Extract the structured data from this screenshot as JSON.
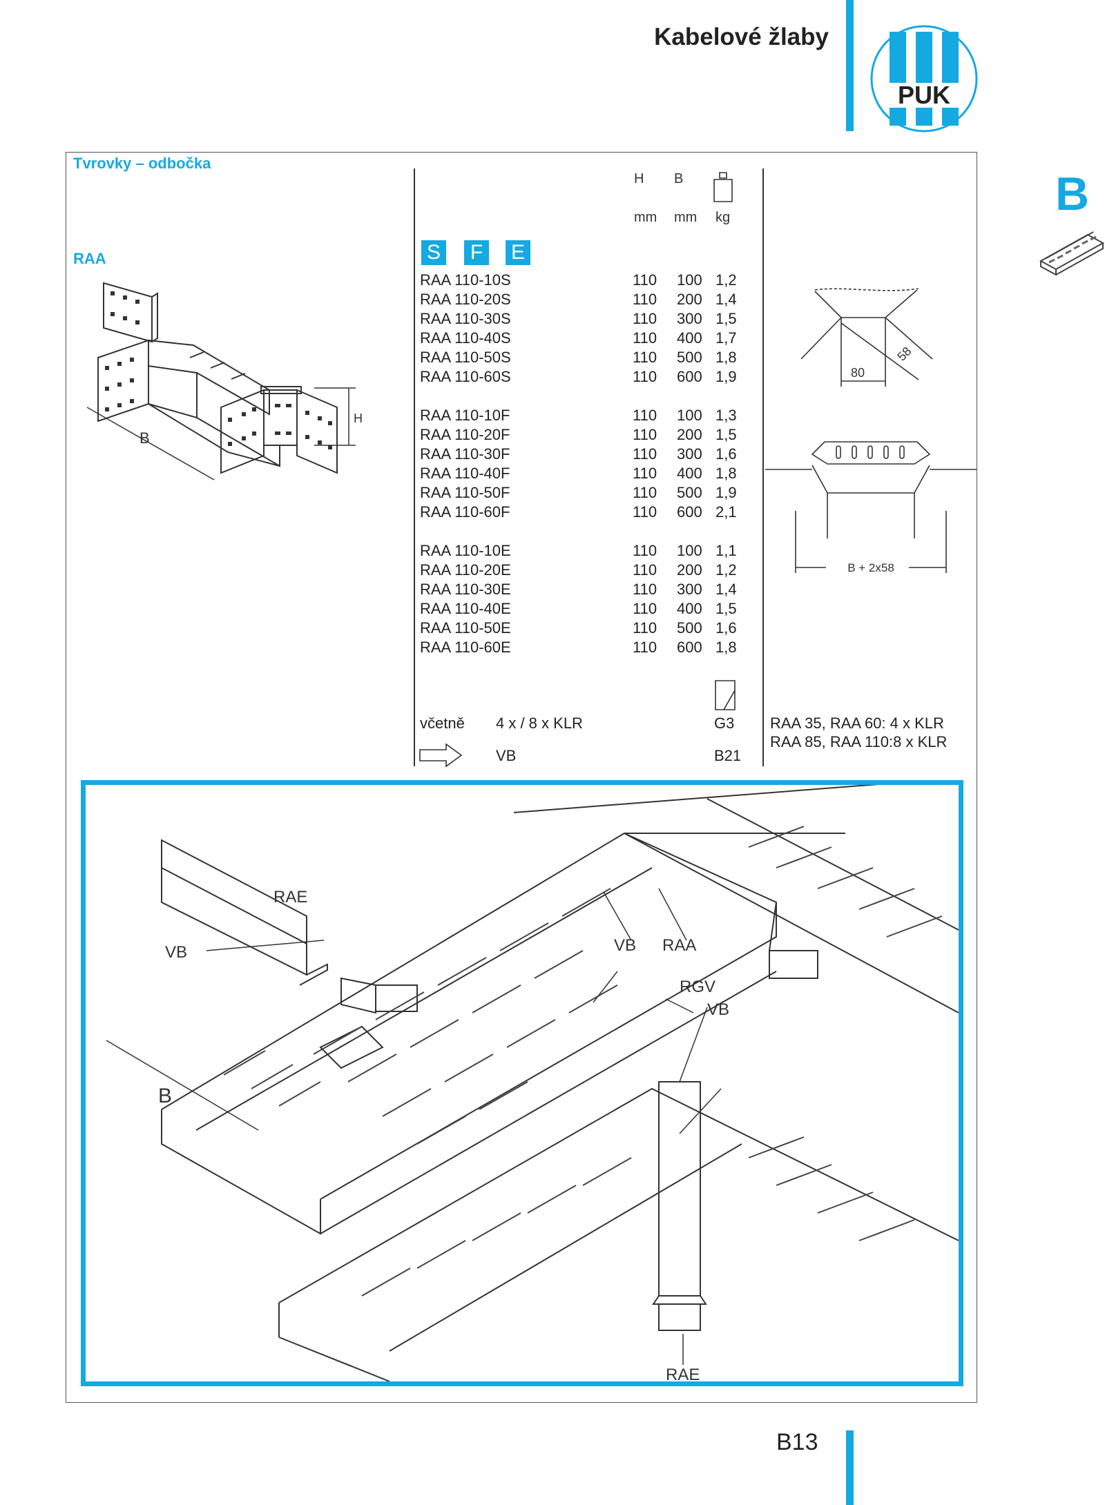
{
  "header": {
    "title": "Kabelové žlaby",
    "logo_text": "PUK"
  },
  "side_tab": {
    "letter": "B"
  },
  "section": {
    "title": "Tvrovky – odbočka",
    "product_label": "RAA",
    "drawing_labels": {
      "width": "B",
      "height": "H"
    }
  },
  "table": {
    "columns": {
      "h": "H",
      "b": "B"
    },
    "units": {
      "h": "mm",
      "b": "mm",
      "kg": "kg"
    },
    "weight_icon": "weight-icon",
    "badges": [
      "S",
      "F",
      "E"
    ],
    "groups": [
      [
        {
          "name": "RAA 110-10S",
          "h": "110",
          "b": "100",
          "kg": "1,2"
        },
        {
          "name": "RAA 110-20S",
          "h": "110",
          "b": "200",
          "kg": "1,4"
        },
        {
          "name": "RAA 110-30S",
          "h": "110",
          "b": "300",
          "kg": "1,5"
        },
        {
          "name": "RAA 110-40S",
          "h": "110",
          "b": "400",
          "kg": "1,7"
        },
        {
          "name": "RAA 110-50S",
          "h": "110",
          "b": "500",
          "kg": "1,8"
        },
        {
          "name": "RAA 110-60S",
          "h": "110",
          "b": "600",
          "kg": "1,9"
        }
      ],
      [
        {
          "name": "RAA 110-10F",
          "h": "110",
          "b": "100",
          "kg": "1,3"
        },
        {
          "name": "RAA 110-20F",
          "h": "110",
          "b": "200",
          "kg": "1,5"
        },
        {
          "name": "RAA 110-30F",
          "h": "110",
          "b": "300",
          "kg": "1,6"
        },
        {
          "name": "RAA 110-40F",
          "h": "110",
          "b": "400",
          "kg": "1,8"
        },
        {
          "name": "RAA 110-50F",
          "h": "110",
          "b": "500",
          "kg": "1,9"
        },
        {
          "name": "RAA 110-60F",
          "h": "110",
          "b": "600",
          "kg": "2,1"
        }
      ],
      [
        {
          "name": "RAA 110-10E",
          "h": "110",
          "b": "100",
          "kg": "1,1"
        },
        {
          "name": "RAA 110-20E",
          "h": "110",
          "b": "200",
          "kg": "1,2"
        },
        {
          "name": "RAA 110-30E",
          "h": "110",
          "b": "300",
          "kg": "1,4"
        },
        {
          "name": "RAA 110-40E",
          "h": "110",
          "b": "400",
          "kg": "1,5"
        },
        {
          "name": "RAA 110-50E",
          "h": "110",
          "b": "500",
          "kg": "1,6"
        },
        {
          "name": "RAA 110-60E",
          "h": "110",
          "b": "600",
          "kg": "1,8"
        }
      ]
    ],
    "footer": {
      "includes_label": "včetně",
      "includes_value": "4 x / 8 x KLR",
      "includes_ref": "G3",
      "accessory_value": "VB",
      "accessory_ref": "B21"
    }
  },
  "dimensions": {
    "d80": "80",
    "d58": "58",
    "width_formula": "B + 2x58"
  },
  "notes": {
    "line1": "RAA 35, RAA 60: 4 x KLR",
    "line2": "RAA 85, RAA 110:8 x KLR"
  },
  "illustration_labels": {
    "rae_top": "RAE",
    "vb_left": "VB",
    "vb_mid": "VB",
    "raa": "RAA",
    "rgv": "RGV",
    "vb_right": "VB",
    "b": "B",
    "rae_bottom": "RAE"
  },
  "page_number": "B13",
  "colors": {
    "accent": "#15a9e1",
    "text": "#222222"
  }
}
